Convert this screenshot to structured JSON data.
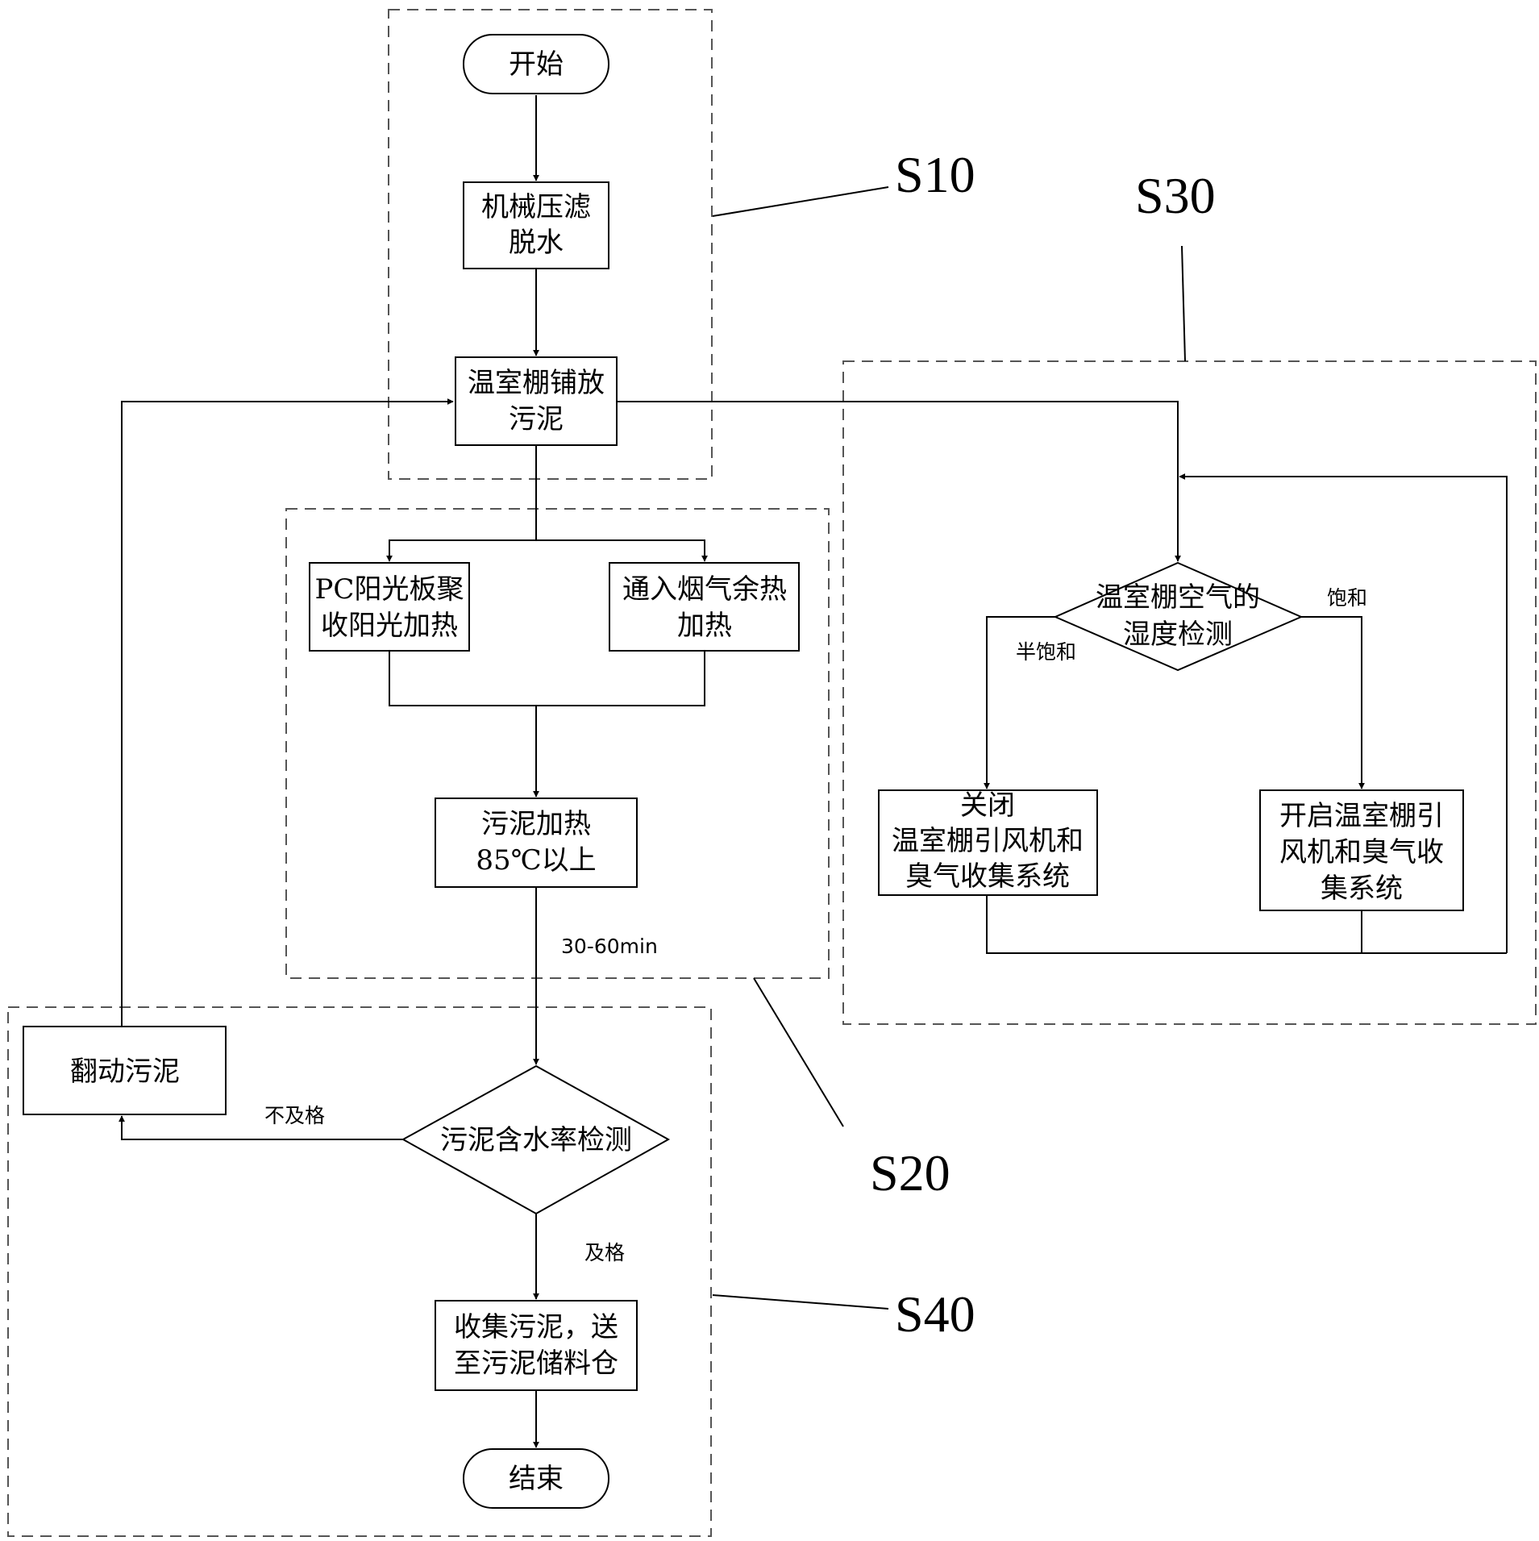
{
  "nodes": {
    "start": "开始",
    "press": [
      "机械压滤",
      "脱水"
    ],
    "lay": [
      "温室棚铺放",
      "污泥"
    ],
    "pc": [
      "PC阳光板聚",
      "收阳光加热"
    ],
    "flue": [
      "通入烟气余热",
      "加热"
    ],
    "heat": [
      "污泥加热",
      "85℃以上"
    ],
    "humidity": [
      "温室棚空气的",
      "湿度检测"
    ],
    "close": [
      "关闭",
      "温室棚引风机和",
      "臭气收集系统"
    ],
    "open": [
      "开启温室棚引",
      "风机和臭气收",
      "集系统"
    ],
    "turn": "翻动污泥",
    "moisture": "污泥含水率检测",
    "collect": [
      "收集污泥，送",
      "至污泥储料仓"
    ],
    "end": "结束"
  },
  "edges": {
    "time": "30-60min",
    "half": "半饱和",
    "sat": "饱和",
    "fail": "不及格",
    "pass": "及格"
  },
  "steps": {
    "s10": "S10",
    "s20": "S20",
    "s30": "S30",
    "s40": "S40"
  }
}
